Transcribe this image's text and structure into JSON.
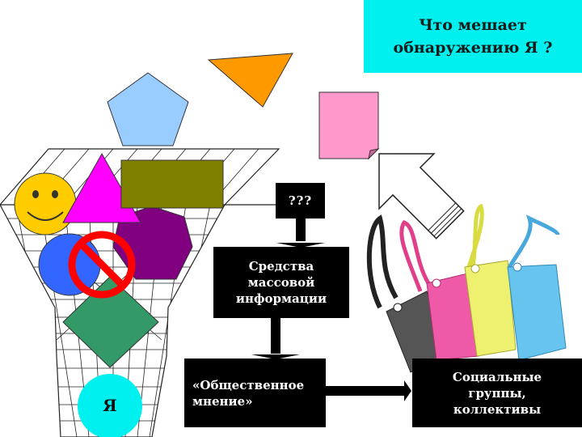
{
  "title": "Что мешает\nобнаружению Я ?",
  "unknown_box": "???",
  "media_box": "Средства\nмассовой\nинформации",
  "opinion_box": "«Общественное\nмнение»",
  "groups_box": "Социальные\nгруппы,\nколлективы",
  "self_label": "Я",
  "colors": {
    "title_bg": "#00f0f0",
    "box_bg": "#000000",
    "self_circle": "#00f0f0",
    "pentagon": "#99ccff",
    "triangle_orange": "#ff9900",
    "note_pink": "#ff99cc",
    "smiley": "#ffcc00",
    "triangle_magenta": "#ff00ff",
    "olive_rect": "#808000",
    "purple_hex": "#800080",
    "blue_circle": "#3366ff",
    "green_diamond": "#339966",
    "prohibition": "#ff0000",
    "tag_black": "#555555",
    "tag_pink": "#ee5aa8",
    "tag_yellow": "#eef070",
    "tag_blue": "#66c4ee"
  },
  "icons": [
    "funnel-icon",
    "smiley-icon",
    "prohibition-icon",
    "outline-arrow-icon",
    "tags-icon",
    "pentagon-icon",
    "triangle-icon",
    "sticky-note-icon"
  ]
}
